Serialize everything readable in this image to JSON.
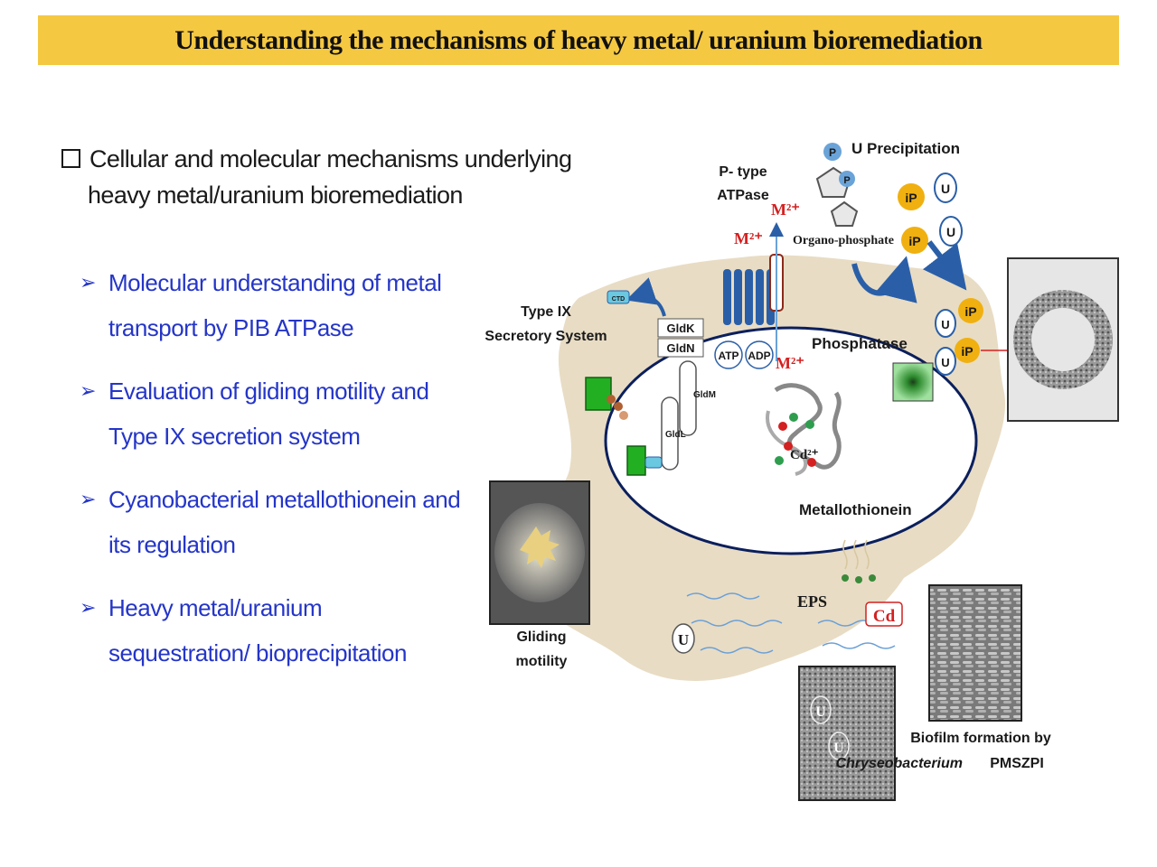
{
  "title": "Understanding the mechanisms of heavy metal/ uranium bioremediation",
  "heading": {
    "line1": "Cellular and molecular mechanisms underlying",
    "line2": "heavy metal/uranium bioremediation"
  },
  "bullets": [
    {
      "line1": "Molecular understanding of metal",
      "line2": "transport by PIB ATPase"
    },
    {
      "line1": "Evaluation of gliding motility and",
      "line2": "Type IX secretion system"
    },
    {
      "line1": "Cyanobacterial metallothionein and",
      "line2": "its regulation"
    },
    {
      "line1": "Heavy metal/uranium",
      "line2": "sequestration/ bioprecipitation"
    }
  ],
  "diagram": {
    "u_precipitation": "U Precipitation",
    "p_type_line1": "P- type",
    "p_type_line2": "ATPase",
    "m2_label": "M²⁺",
    "organo_phosphate": "Organo-phosphate",
    "ip_label": "iP",
    "u_label": "U",
    "p_label": "P",
    "type_ix_line1": "Type IX",
    "type_ix_line2": "Secretory System",
    "gldk": "GldK",
    "gldn": "GldN",
    "gldm": "GldM",
    "gldl": "GldL",
    "ctd": "CTD",
    "atp": "ATP",
    "adp": "ADP",
    "phosphatase": "Phosphatase",
    "cd2": "Cd²⁺",
    "metallothionein": "Metallothionein",
    "eps": "EPS",
    "cd": "Cd",
    "gliding_line1": "Gliding",
    "gliding_line2": "motility",
    "biofilm_line1": "Biofilm formation by",
    "biofilm_species": "Chryseobacterium",
    "biofilm_strain": "PMSZPI"
  },
  "colors": {
    "title_bar": "#f5c842",
    "bullet_text": "#2435c8",
    "cell_matrix": "#e8dcc4",
    "membrane": "#0b1f5c",
    "metal_red": "#d42020",
    "phosphate_yellow": "#f0b010"
  }
}
